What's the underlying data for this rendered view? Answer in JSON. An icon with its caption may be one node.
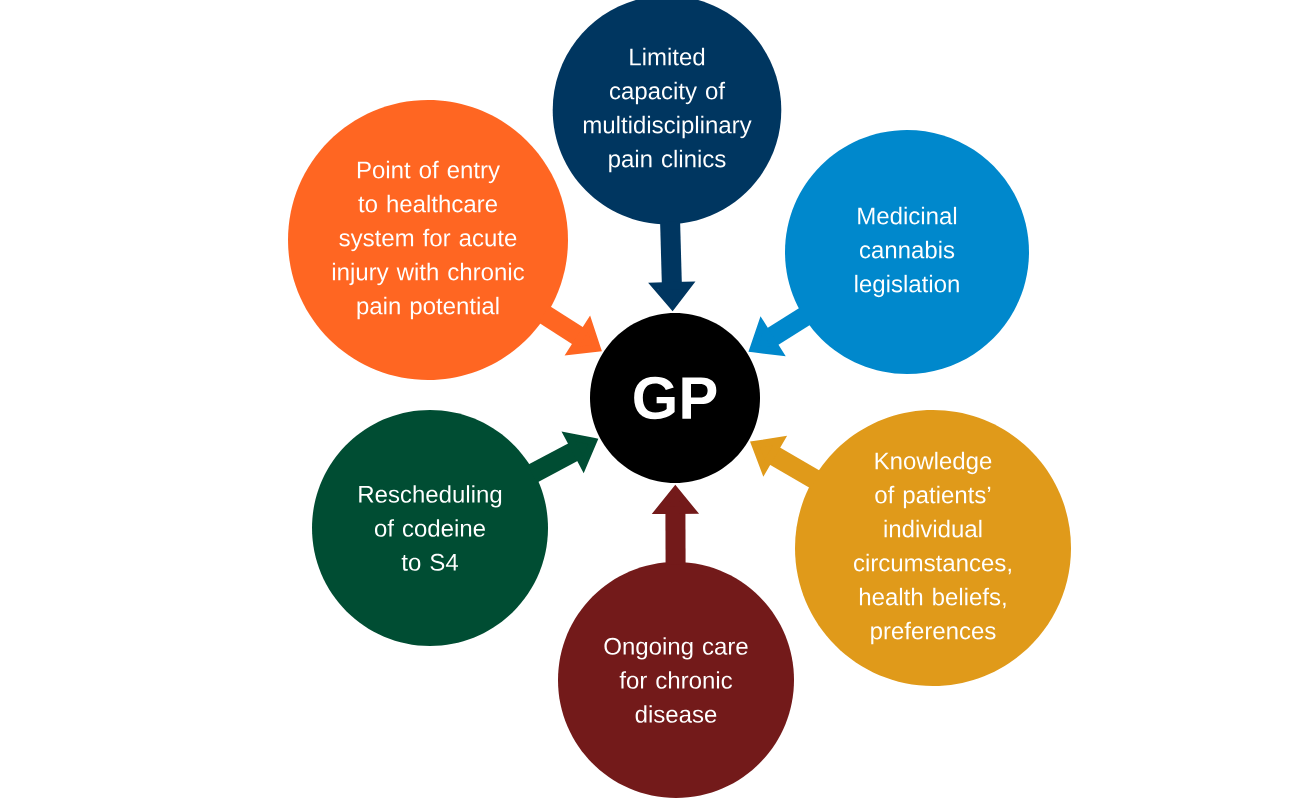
{
  "diagram": {
    "nodes": [
      {
        "text": [
          "Limited capacity of multidisciplinary pain clinics"
        ]
      },
      {
        "text": [
          "Point of entry to healthcare system for acute injury with chronic pain potential"
        ]
      },
      {
        "text": [
          "Medicinal cannabis legislation"
        ]
      },
      {
        "text": [
          "GP"
        ]
      },
      {
        "text": [
          "Rescheduling of codeine to S4"
        ]
      },
      {
        "text": [
          "Knowledge of patients’ individual circumstances, health beliefs, preferences"
        ]
      },
      {
        "text": [
          "Ongoing care for chronic disease"
        ]
      }
    ],
    "edges": [
      {
        "from": 0,
        "to": 3,
        "arrow": "to",
        "color": "#003660"
      },
      {
        "from": 1,
        "to": 3,
        "arrow": "to",
        "color": "#ff6622"
      },
      {
        "from": 2,
        "to": 3,
        "arrow": "to",
        "color": "#0088cc"
      },
      {
        "from": 4,
        "to": 3,
        "arrow": "to",
        "color": "#004d33"
      },
      {
        "from": 5,
        "to": 3,
        "arrow": "to",
        "color": "#e09a1a"
      },
      {
        "from": 6,
        "to": 3,
        "arrow": "to",
        "color": "#731a1a"
      }
    ]
  }
}
